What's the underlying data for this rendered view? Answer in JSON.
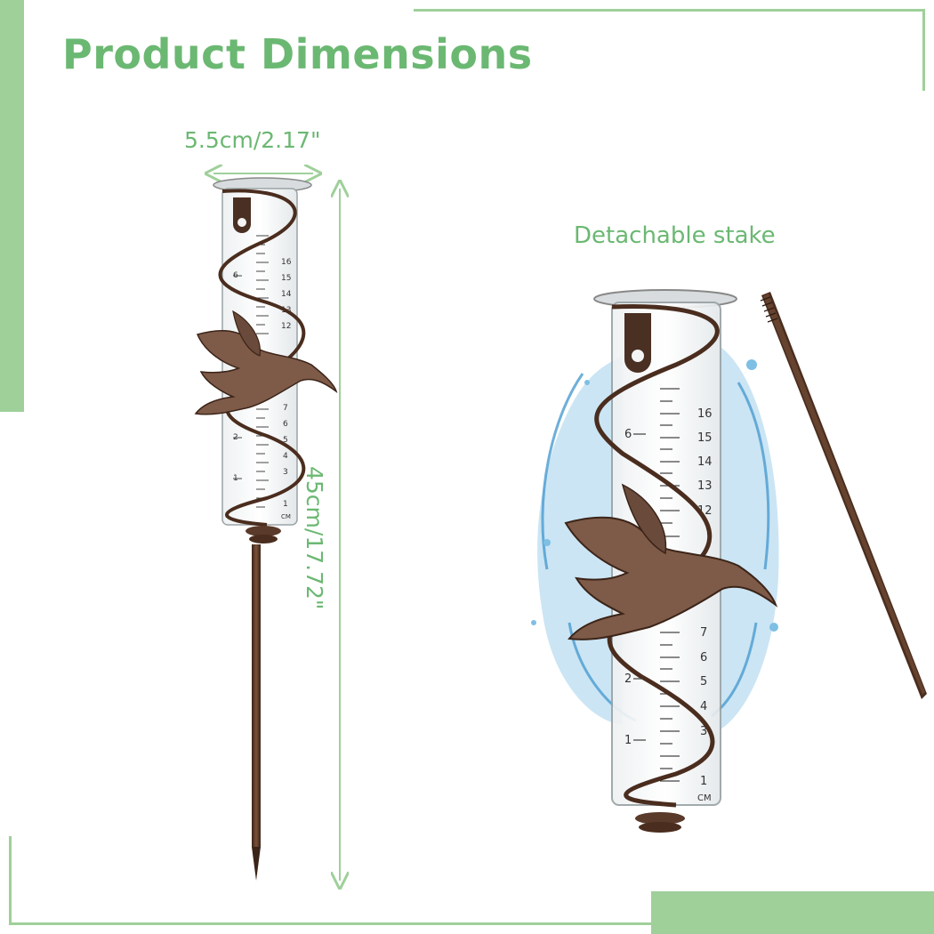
{
  "title": "Product Dimensions",
  "dimensions": {
    "width": "5.5cm/2.17\"",
    "height": "45cm/17.72\""
  },
  "stake_label": "Detachable stake",
  "gauge": {
    "unit_label": "CM",
    "cm_scale": [
      "16",
      "15",
      "14",
      "13",
      "12",
      "7",
      "6",
      "5",
      "4",
      "3",
      "1"
    ],
    "inch_scale": [
      "6",
      "2",
      "1"
    ]
  },
  "colors": {
    "accent": "#9fd09a",
    "text_green": "#6bb872",
    "bronze": "#5a3a2a",
    "water": "#5aa7d6"
  }
}
